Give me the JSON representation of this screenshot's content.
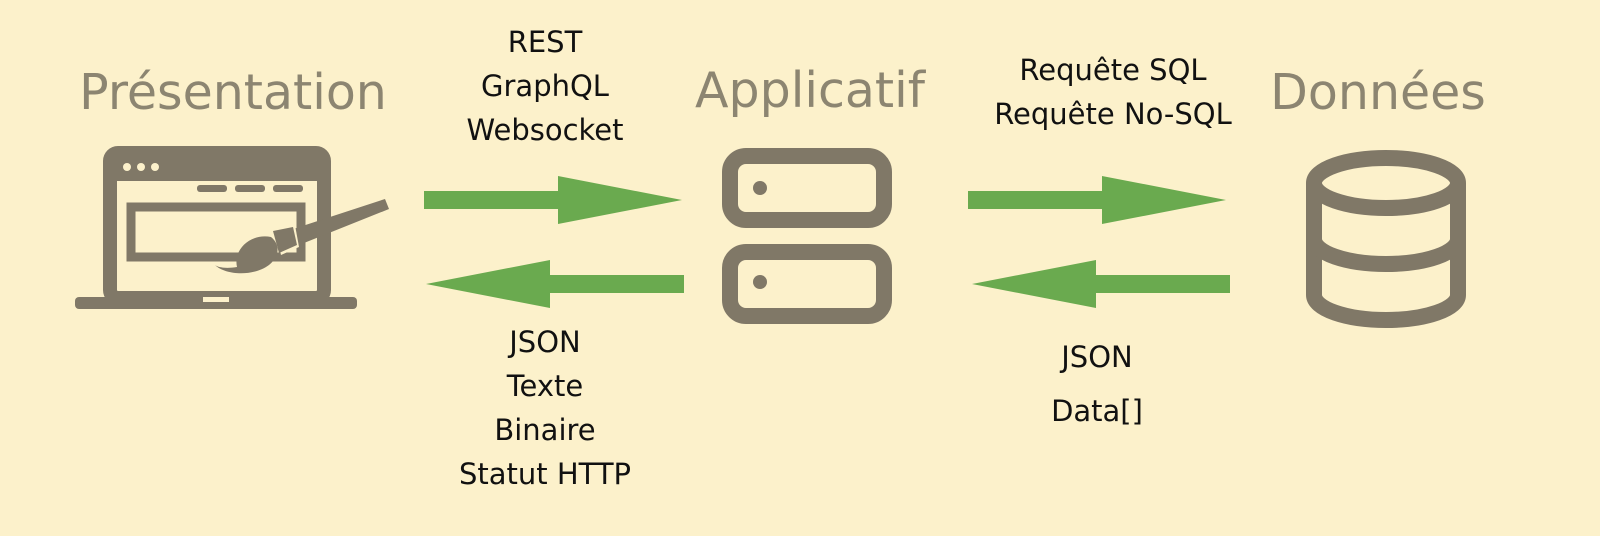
{
  "tiers": {
    "presentation": {
      "title": "Présentation",
      "icon": "laptop-paintbrush-icon"
    },
    "applicatif": {
      "title": "Applicatif",
      "icon": "server-icon"
    },
    "donnees": {
      "title": "Données",
      "icon": "database-icon"
    }
  },
  "links": {
    "presentation_to_app": {
      "lines": [
        "REST",
        "GraphQL",
        "Websocket"
      ]
    },
    "app_to_presentation": {
      "lines": [
        "JSON",
        "Texte",
        "Binaire",
        "Statut HTTP"
      ]
    },
    "app_to_data": {
      "lines": [
        "Requête SQL",
        "Requête No-SQL"
      ]
    },
    "data_to_app": {
      "lines": [
        "JSON",
        "Data[]"
      ]
    }
  },
  "colors": {
    "background": "#fcf1cb",
    "icon": "#807867",
    "title": "#8c8571",
    "arrow": "#6aaa4f",
    "text": "#111111"
  }
}
